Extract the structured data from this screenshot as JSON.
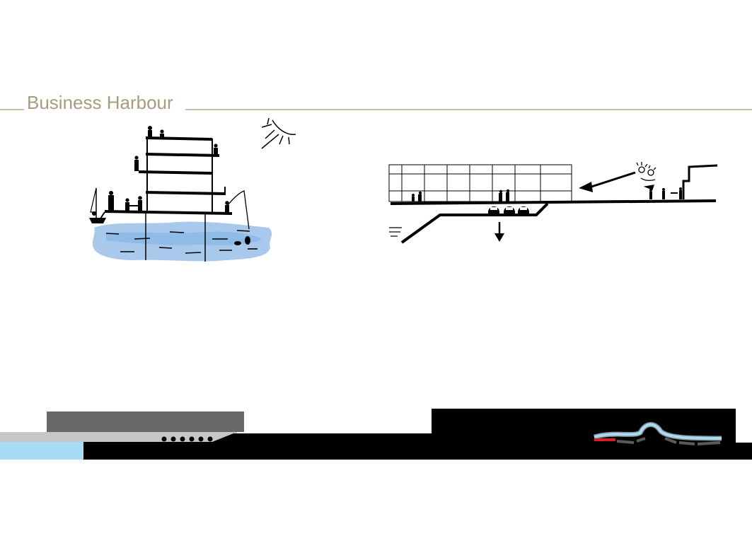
{
  "page": {
    "title": "Business Harbour"
  },
  "colors": {
    "title": "#a89b7e",
    "title_line": "#c8bfa6",
    "water": "#a8c8ec",
    "water_bright": "#7ab2e4",
    "ink": "#000000",
    "dark_gray": "#686868",
    "light_gray": "#c6c6c6",
    "light_blue": "#a6dcf5",
    "accent_red": "#d61f26",
    "mid_gray": "#8a8a8a"
  },
  "sketches": [
    {
      "name": "floating-building-sketch"
    },
    {
      "name": "quay-section-sketch"
    }
  ],
  "icons": [
    "sun-icon",
    "sailboat-icon",
    "fish-icon",
    "arrow-down-icon",
    "arrow-left-icon",
    "train-icon"
  ]
}
